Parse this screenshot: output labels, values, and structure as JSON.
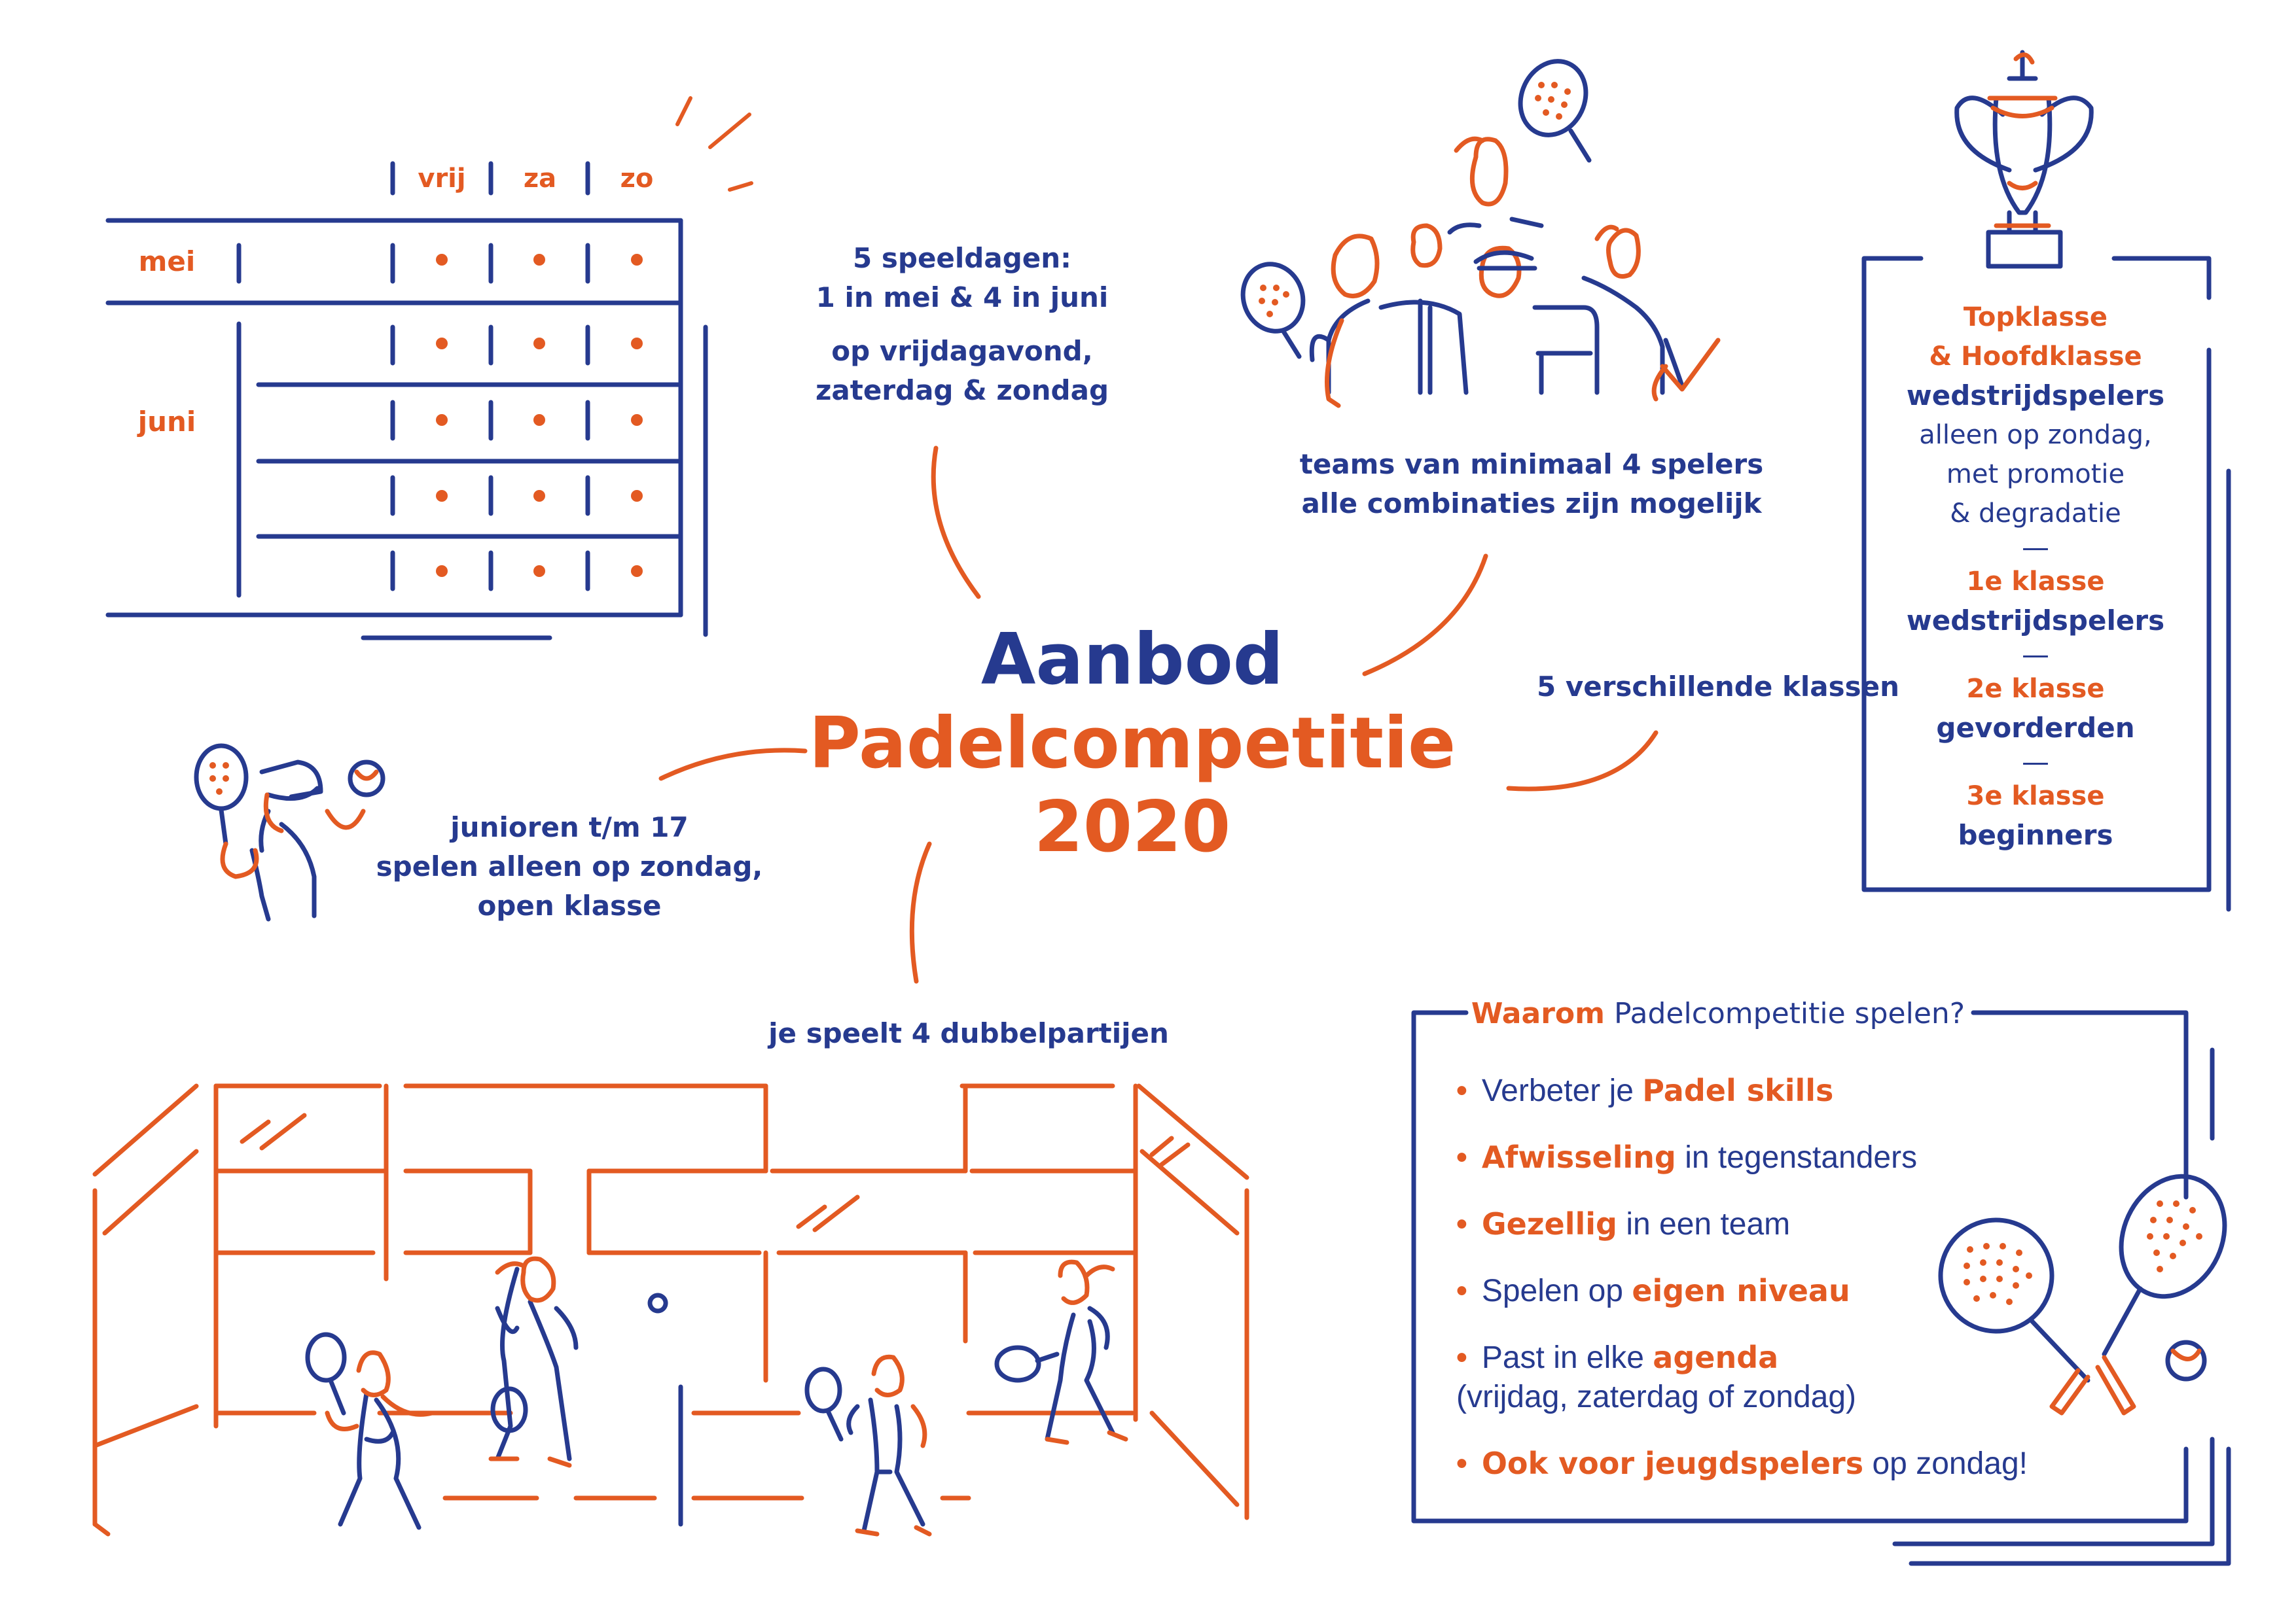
{
  "colors": {
    "accent": "#e35a22",
    "brand": "#263a8f"
  },
  "title": {
    "line1": "Aanbod",
    "line2": "Padelcompetitie",
    "line3": "2020"
  },
  "calendar": {
    "days": [
      "vrij",
      "za",
      "zo"
    ],
    "months": [
      "mei",
      "juni"
    ]
  },
  "speeldagen": {
    "line1": "5 speeldagen:",
    "line2": "1 in mei & 4 in juni",
    "line3": "op vrijdagavond,",
    "line4": "zaterdag & zondag"
  },
  "teams": {
    "line1": "teams van minimaal 4 spelers",
    "line2": "alle combinaties zijn mogelijk"
  },
  "klassen": {
    "label": "5 verschillende klassen",
    "k1a": "Topklasse",
    "k1b": "& Hoofdklasse",
    "k1c": "wedstrijdspelers",
    "k1d": "alleen op zondag,",
    "k1e": "met promotie",
    "k1f": "& degradatie",
    "k2a": "1e klasse",
    "k2b": "wedstrijdspelers",
    "k3a": "2e klasse",
    "k3b": "gevorderden",
    "k4a": "3e klasse",
    "k4b": "beginners",
    "separator": "—"
  },
  "junioren": {
    "line1": "junioren t/m 17",
    "line2": "spelen alleen op zondag,",
    "line3": "open klasse"
  },
  "dubbel": {
    "label": "je speelt 4 dubbelpartijen"
  },
  "waarom": {
    "title_em": "Waarom",
    "title_rest": " Padelcompetitie spelen?",
    "bullet": "•",
    "items": [
      {
        "pre": "Verbeter je ",
        "em": "Padel skills",
        "post": ""
      },
      {
        "pre": "",
        "em": "Afwisseling",
        "post": " in tegenstanders"
      },
      {
        "pre": "",
        "em": "Gezellig",
        "post": " in een team"
      },
      {
        "pre": "Spelen op ",
        "em": "eigen niveau",
        "post": ""
      },
      {
        "pre": "Past in elke ",
        "em": "agenda",
        "post": ""
      },
      {
        "pre": "",
        "em": "Ook voor jeugdspelers",
        "post": " op zondag!"
      }
    ],
    "agenda_sub": "(vrijdag, zaterdag of zondag)"
  }
}
